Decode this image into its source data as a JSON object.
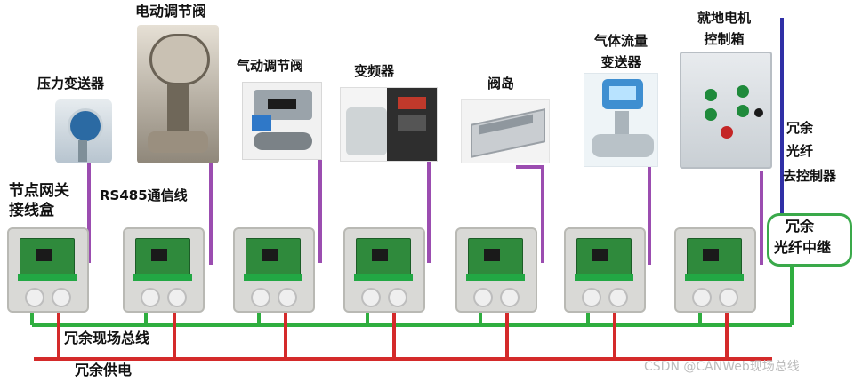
{
  "labels": {
    "pressure_transmitter": "压力变送器",
    "electric_valve": "电动调节阀",
    "pneumatic_valve": "气动调节阀",
    "inverter": "变频器",
    "valve_island": "阀岛",
    "gas_flow_line1": "气体流量",
    "gas_flow_line2": "变送器",
    "motor_box_line1": "就地电机",
    "motor_box_line2": "控制箱",
    "gateway_line1": "节点网关",
    "gateway_line2": "接线盒",
    "rs485": "RS485通信线",
    "fiber_line1": "冗余",
    "fiber_line2": "光纤",
    "fiber_line3": "去控制器",
    "relay_line1": "冗余",
    "relay_line2": "光纤中继",
    "fieldbus": "冗余现场总线",
    "power": "冗余供电",
    "watermark": "CSDN @CANWeb现场总线"
  },
  "colors": {
    "fieldbus": "#2fae3f",
    "power": "#d42a2a",
    "rs485": "#9b4db0",
    "fiber": "#2f2fa6",
    "relay_border": "#3aa94a"
  }
}
